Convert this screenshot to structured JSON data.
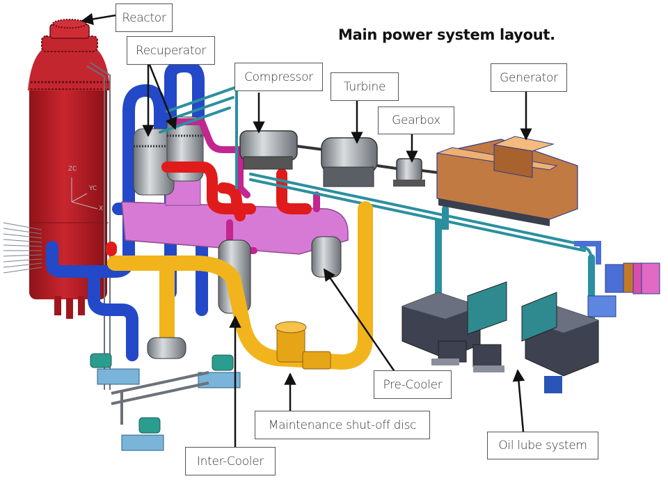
{
  "title": "Main power system layout.",
  "labels": {
    "reactor": "Reactor",
    "recuperator": "Recuperator",
    "compressor": "Compressor",
    "turbine": "Turbine",
    "gearbox": "Gearbox",
    "generator": "Generator",
    "pre_cooler": "Pre-Cooler",
    "maintenance_disc": "Maintenance shut-off disc",
    "inter_cooler": "Inter-Cooler",
    "oil_lube": "Oil lube system"
  },
  "axis_markers": {
    "z": "ZC",
    "y": "YC",
    "x": "X"
  },
  "colors": {
    "reactor": "#b5202a",
    "hot_pipe": "#e01b1b",
    "cold_pipe": "#2348c8",
    "pink_pipe": "#d77ad6",
    "magenta_pipe": "#c2268f",
    "yellow_pipe": "#f2b41c",
    "teal_pipe": "#2b8fa0",
    "vessel": "#9aa0a6",
    "generator": "#d89455",
    "lube_unit": "#3d4150"
  }
}
